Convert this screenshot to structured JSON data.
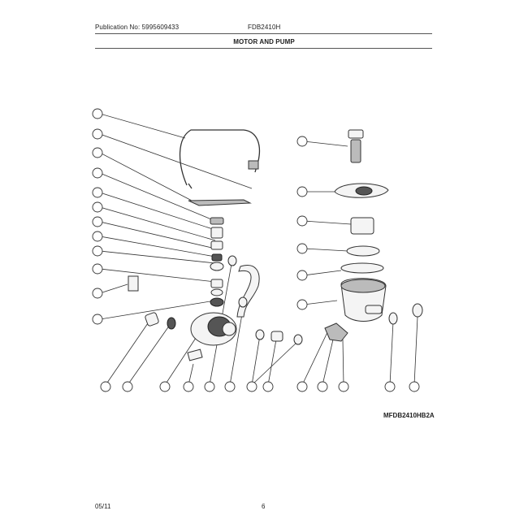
{
  "header": {
    "publication": "Publication No: 5995609433",
    "model": "FDB2410H",
    "section_title": "MOTOR AND PUMP"
  },
  "diagram_code": "MFDB2410HB2A",
  "footer": {
    "date": "05/11",
    "page": "6"
  },
  "callouts": [
    "",
    "",
    "",
    "",
    "",
    "",
    "",
    "",
    "",
    "",
    "",
    "",
    "",
    "",
    "",
    "",
    "",
    "",
    "",
    "",
    "",
    "",
    "",
    "",
    "",
    "",
    "",
    "",
    "",
    "",
    "",
    "",
    ""
  ]
}
